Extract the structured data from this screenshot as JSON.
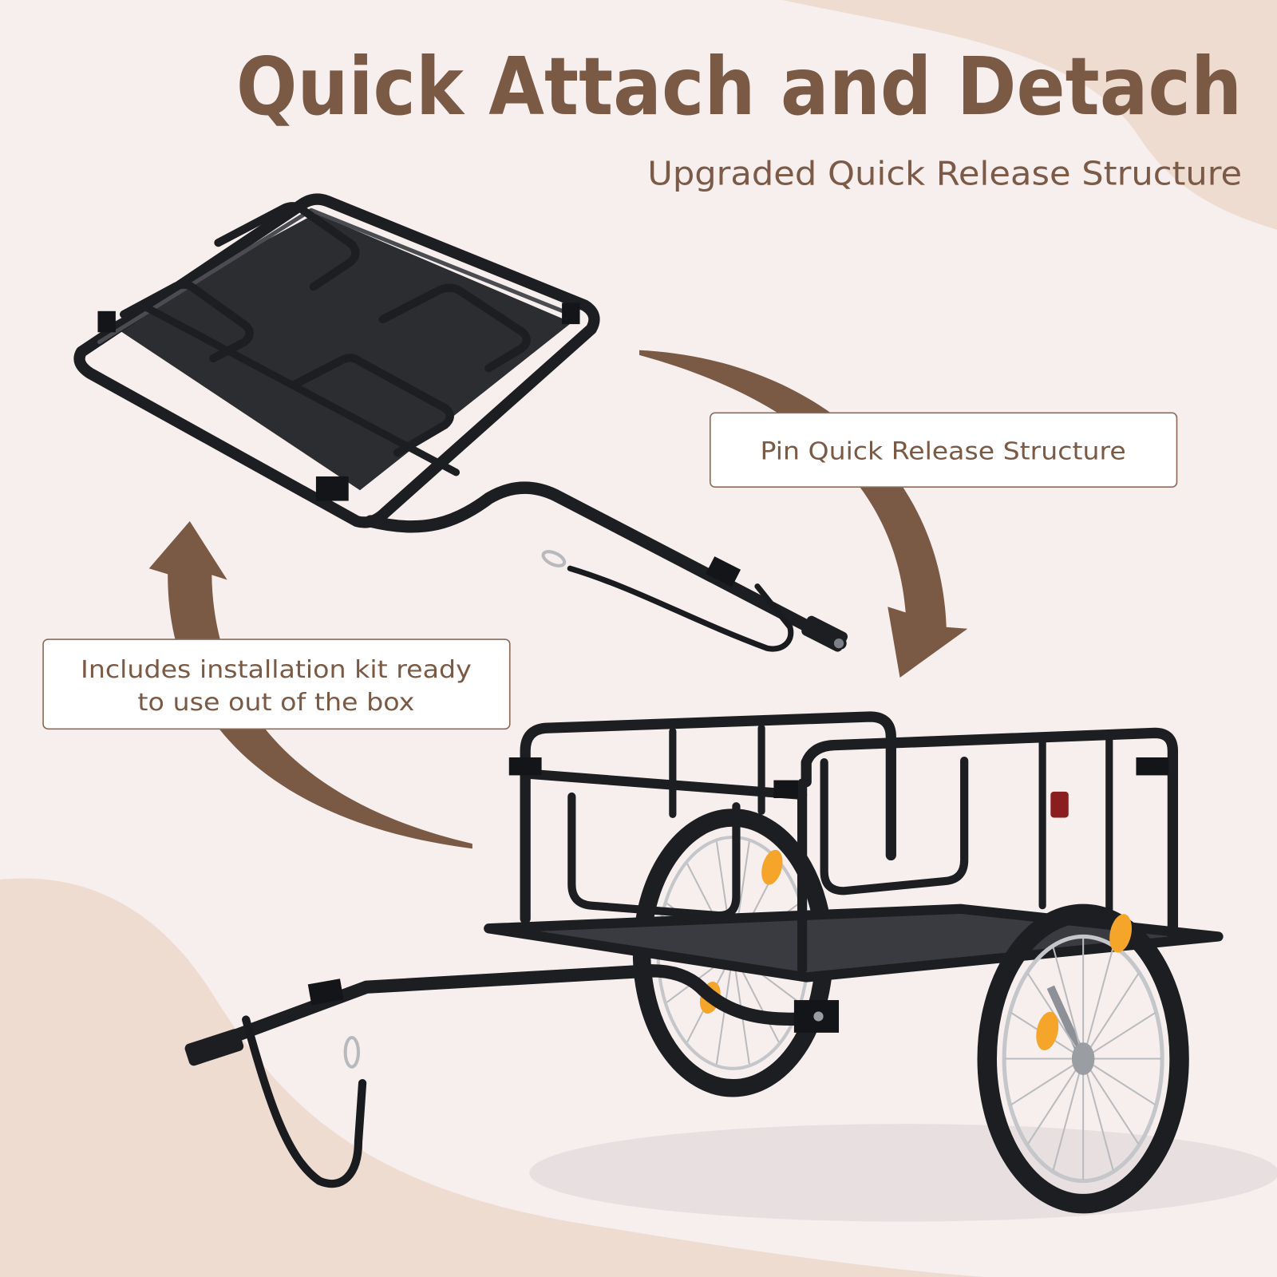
{
  "title": "Quick Attach and Detach",
  "subtitle": "Upgraded Quick Release Structure",
  "callouts": {
    "pin_release": "Pin Quick Release Structure",
    "kit_line1": "Includes installation kit ready",
    "kit_line2": "to use out of the box"
  },
  "colors": {
    "background": "#f7efee",
    "blob": "#efdcd1",
    "accent": "#7a5945",
    "callout_border": "#8b6b58",
    "frame": "#1d1e22",
    "board": "#2c2d31",
    "reflector": "#f4a52a",
    "rim": "#c4c6ca"
  },
  "icons": {
    "cycle_arrow_down": "curved-arrow-down-icon",
    "cycle_arrow_up": "curved-arrow-up-icon"
  }
}
